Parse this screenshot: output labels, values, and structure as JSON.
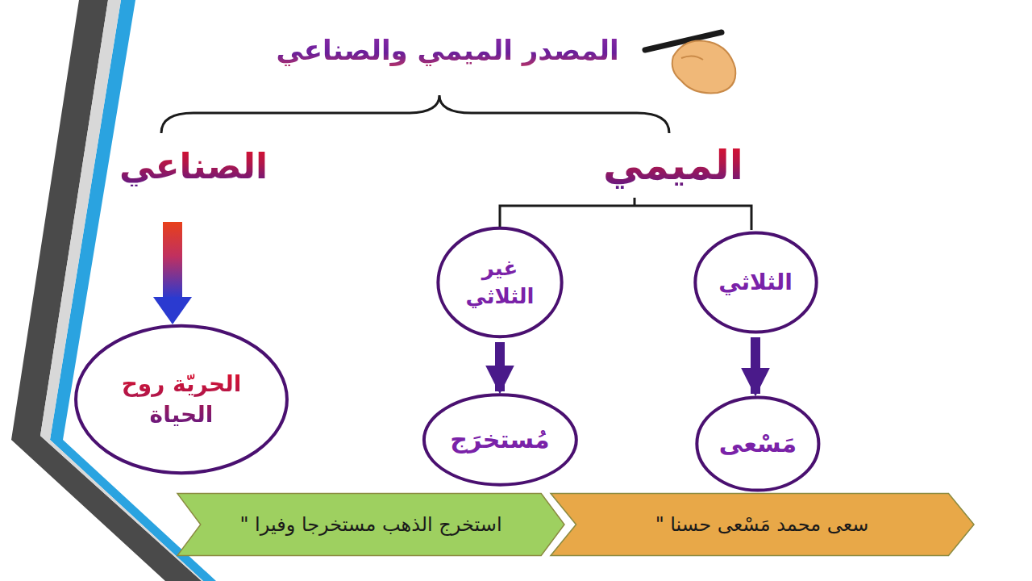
{
  "diagram": {
    "title": "المصدر الميمي والصناعي",
    "nodes": [
      {
        "text": [
          "الثلاثي"
        ]
      },
      {
        "text": [
          "غير الثلاثي"
        ]
      },
      {
        "text": [
          "الحريّة روح الحياة"
        ]
      },
      {
        "text": [
          "مَسْعى"
        ]
      },
      {
        "text": [
          "مُستخرَج"
        ]
      },
      {
        "text": [
          "سعى محمد مَسْعى حسنا \""
        ]
      },
      {
        "text": [
          "استخرج الذهب مستخرجا وفيرا \""
        ]
      }
    ],
    "edges": [
      {
        "from": 0,
        "to": 3,
        "arrow": "to"
      },
      {
        "from": 1,
        "to": 4,
        "arrow": "to"
      }
    ],
    "labels": [
      "الميمي",
      "الصناعي"
    ]
  }
}
